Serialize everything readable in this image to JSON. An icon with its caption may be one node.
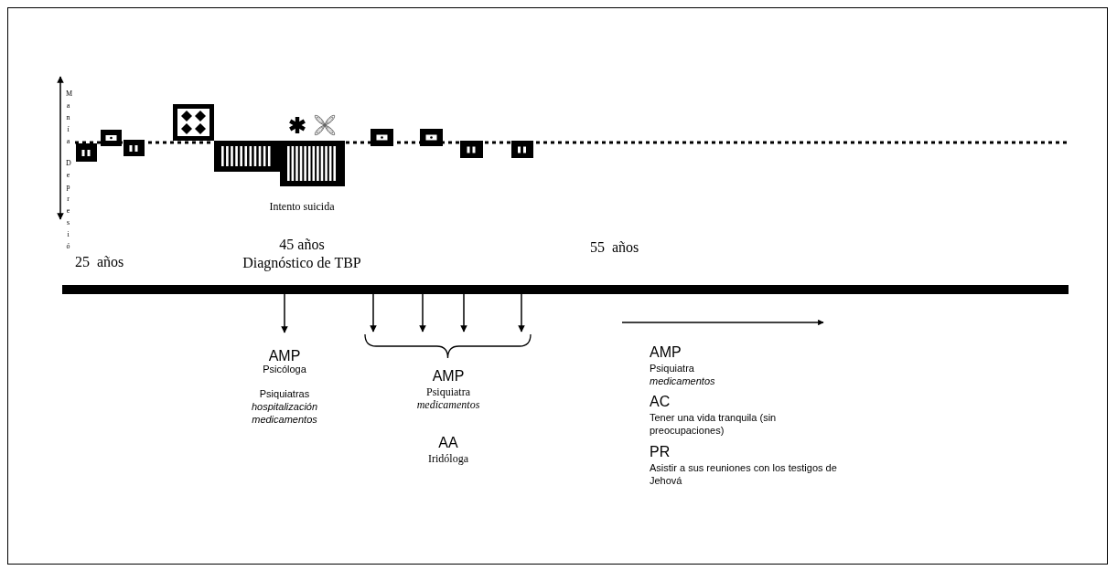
{
  "diagram": {
    "nodes": [
      {
        "text": [],
        "shape": "bar"
      },
      {
        "text": [
          "AMP",
          "Psicóloga",
          "Psiquiatras *hospitalización medicamentos*"
        ]
      },
      {
        "text": [],
        "shape": "bracket"
      }
    ],
    "edges": [
      {
        "from": 0,
        "to": 1,
        "arrow": "to"
      },
      {
        "from": 0,
        "to": 2,
        "arrow": "to"
      },
      {
        "from": 0,
        "to": 2,
        "arrow": "to"
      },
      {
        "from": 0,
        "to": 2,
        "arrow": "to"
      },
      {
        "from": 0,
        "to": 2,
        "arrow": "to"
      }
    ],
    "labels": [
      "Manía",
      "Depresió",
      "Intento suicida",
      "45 años",
      "Diagnóstico de TBP",
      "25  años",
      "55  años",
      "AMP",
      "Psiquiatra *medicamentos*",
      "AA",
      "Iridóloga",
      "AMP",
      "Psiquiatra *medicamentos*",
      "AC",
      "Tener una vida tranquila (sin preocupaciones)",
      "PR",
      "Asistir a sus reuniones con los testigos de Jehová"
    ]
  }
}
